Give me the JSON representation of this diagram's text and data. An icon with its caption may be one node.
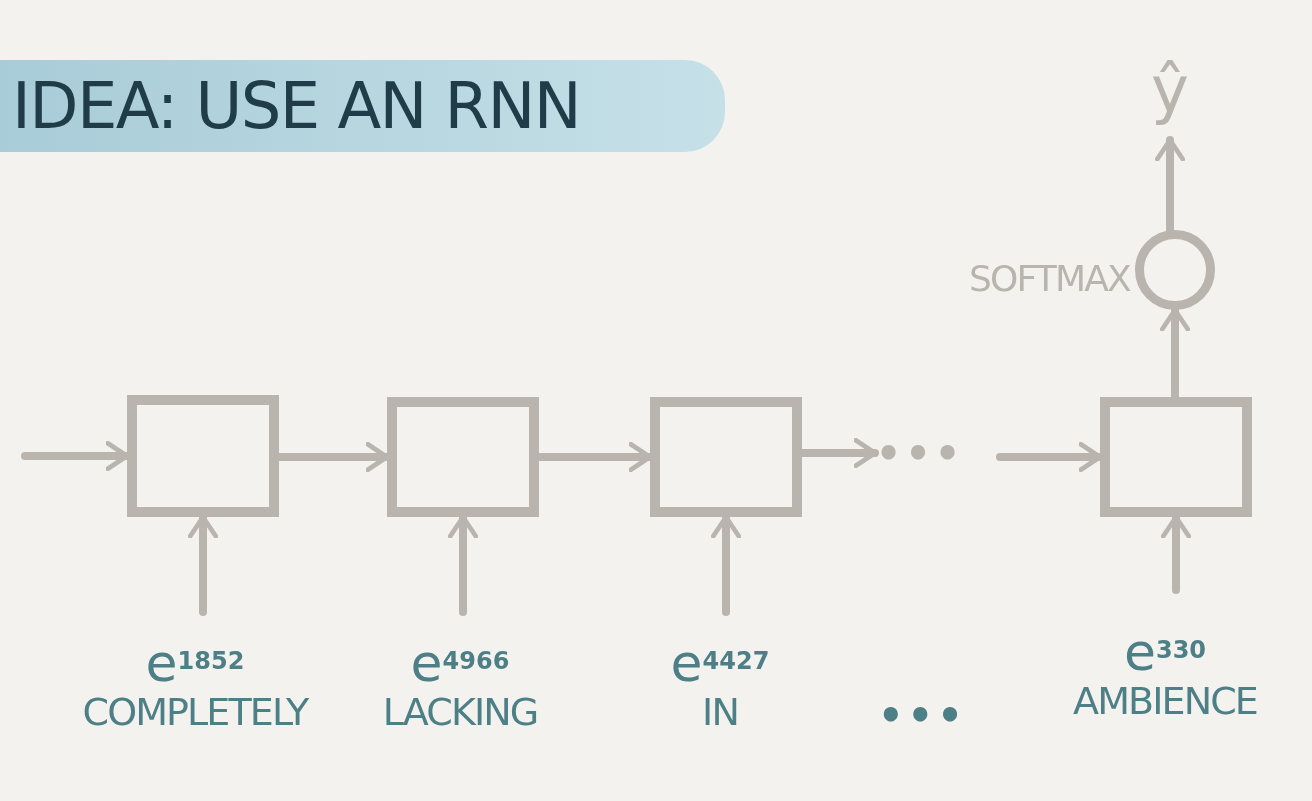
{
  "diagram": {
    "title": "IDEA: USE AN RNN",
    "nodes": [
      {
        "text": [],
        "shape": "box"
      },
      {
        "text": [],
        "shape": "box"
      },
      {
        "text": [],
        "shape": "box"
      },
      {
        "text": [
          "•••"
        ]
      },
      {
        "text": [],
        "shape": "box"
      },
      {
        "text": [],
        "shape": "circle",
        "beside": [
          "SOFTMAX"
        ]
      },
      {
        "text": [
          "ŷ"
        ]
      },
      {
        "text": [
          "e$^{1852}$",
          "COMPLETELY"
        ]
      },
      {
        "text": [
          "e$^{4966}$",
          "LACKING"
        ]
      },
      {
        "text": [
          "e$^{4427}$",
          "IN"
        ]
      },
      {
        "text": [
          "e$^{330}$",
          "AMBIENCE"
        ]
      }
    ],
    "edges": [
      {
        "from": null,
        "to": 0,
        "arrow": "to"
      },
      {
        "from": 0,
        "to": 1,
        "arrow": "to"
      },
      {
        "from": 1,
        "to": 2,
        "arrow": "to"
      },
      {
        "from": 2,
        "to": 3,
        "arrow": "to"
      },
      {
        "from": null,
        "to": 4,
        "arrow": "to"
      },
      {
        "from": 7,
        "to": 0,
        "arrow": "to"
      },
      {
        "from": 8,
        "to": 1,
        "arrow": "to"
      },
      {
        "from": 9,
        "to": 2,
        "arrow": "to"
      },
      {
        "from": 10,
        "to": 4,
        "arrow": "to"
      },
      {
        "from": 4,
        "to": 5,
        "arrow": "to"
      },
      {
        "from": 5,
        "to": 6,
        "arrow": "to"
      }
    ],
    "labels": [
      "•••"
    ]
  }
}
